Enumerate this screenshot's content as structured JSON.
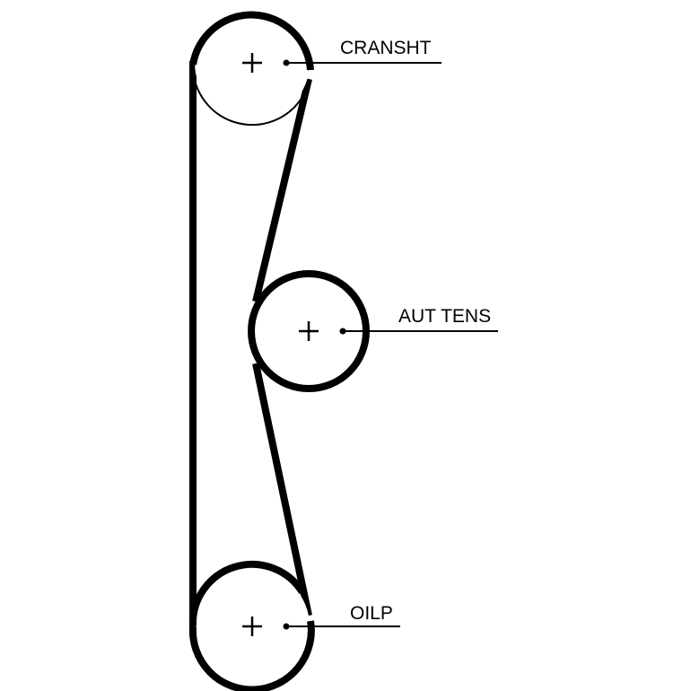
{
  "diagram": {
    "pulleys": [
      {
        "id": "crankshaft",
        "label": "CRANSHT"
      },
      {
        "id": "tensioner",
        "label": "AUT TENS"
      },
      {
        "id": "oil-pump",
        "label": "OILP"
      }
    ],
    "colors": {
      "belt": "#000000",
      "background": "#ffffff"
    }
  }
}
